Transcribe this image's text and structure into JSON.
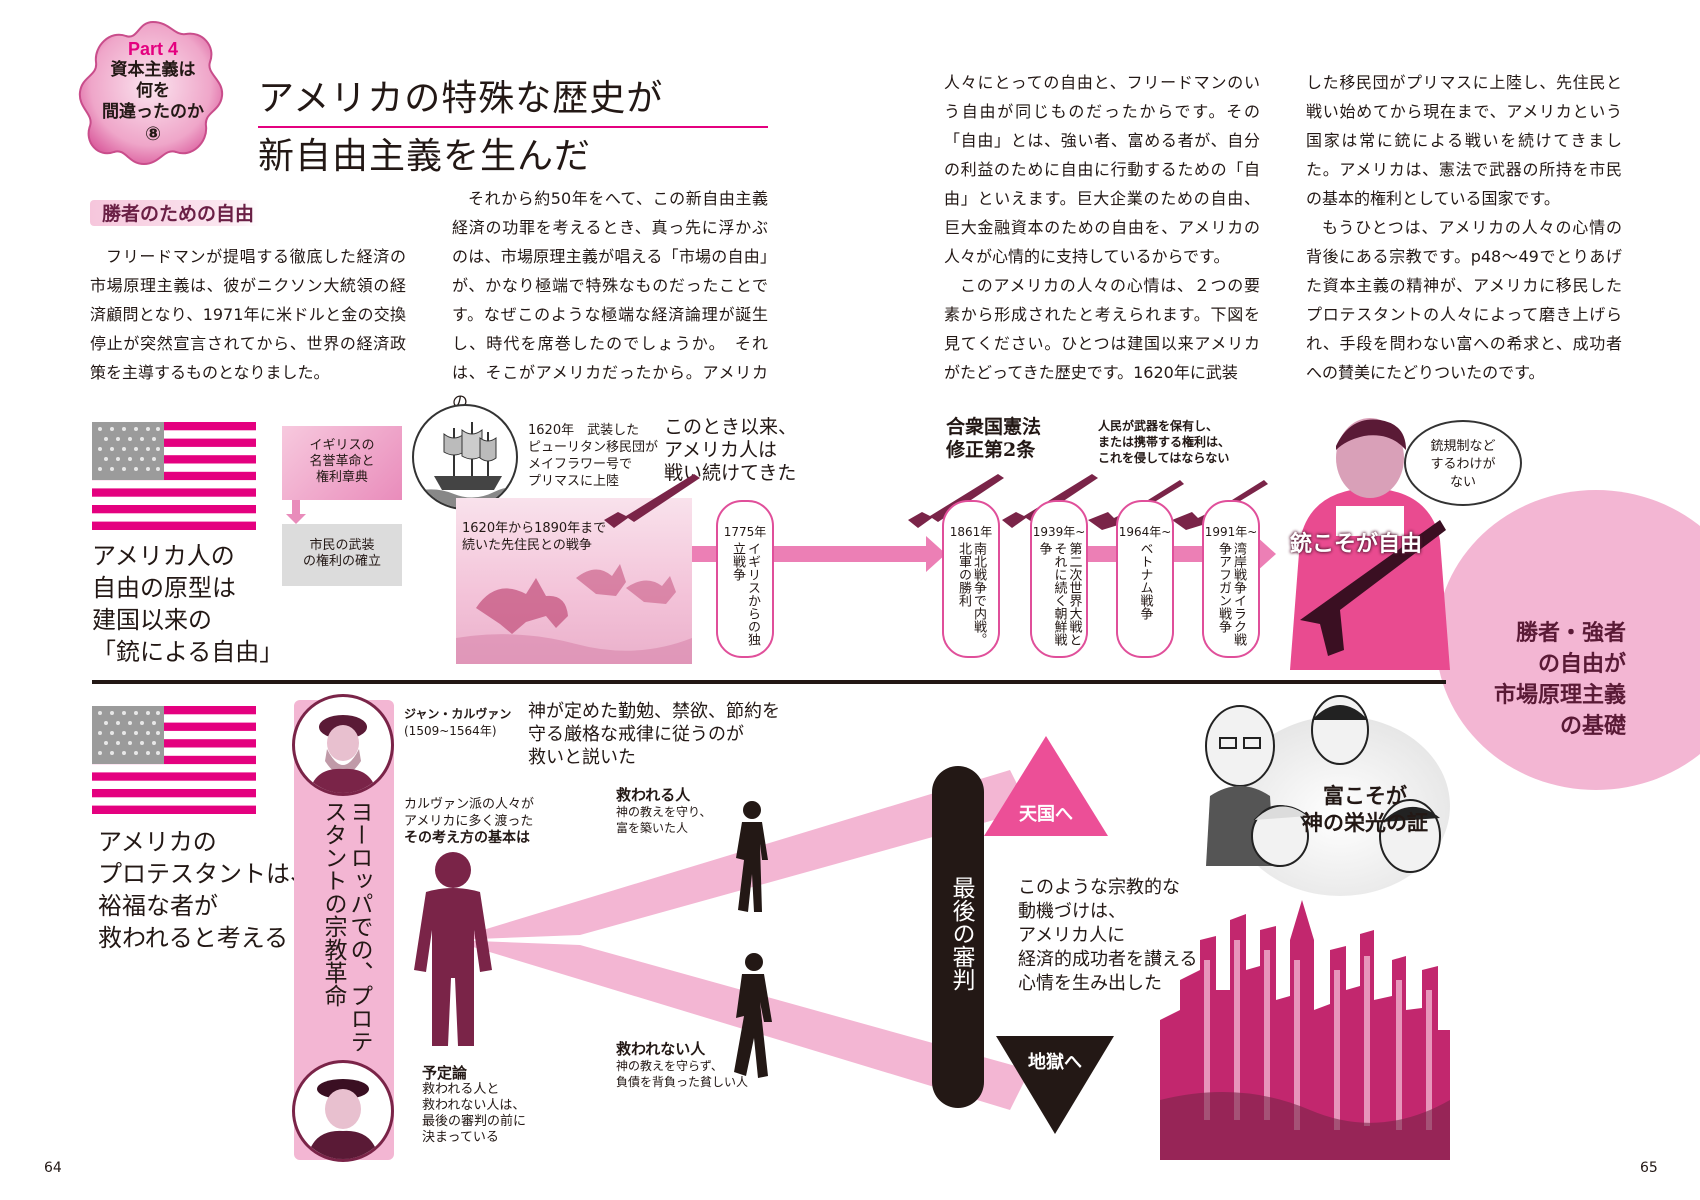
{
  "page": {
    "left_number": "64",
    "right_number": "65"
  },
  "badge": {
    "part": "Part 4",
    "line1": "資本主義は",
    "line2": "何を",
    "line3": "間違ったのか",
    "line4": "⑧"
  },
  "title": {
    "line1": "アメリカの特殊な歴史が",
    "line2": "新自由主義を生んだ"
  },
  "section_heading": "勝者のための自由",
  "columns": {
    "col1": "フリードマンが提唱する徹底した経済の市場原理主義は、彼がニクソン大統領の経済顧問となり、1971年に米ドルと金の交換停止が突然宣言されてから、世界の経済政策を主導するものとなりました。",
    "col2": "それから約50年をへて、この新自由主義経済の功罪を考えるとき、真っ先に浮かぶのは、市場原理主義が唱える「市場の自由」が、かなり極端で特殊なものだったことです。なぜこのような極端な経済論理が誕生し、時代を席巻したのでしょうか。　それは、そこがアメリカだったから。アメリカの",
    "col3a": "人々にとっての自由と、フリードマンのいう自由が同じものだったからです。その「自由」とは、強い者、富める者が、自分の利益のために自由に行動するための「自由」といえます。巨大企業のための自由、巨大金融資本のための自由を、アメリカの人々が心情的に支持しているからです。",
    "col3b": "このアメリカの人々の心情は、２つの要素から形成されたと考えられます。下図を見てください。ひとつは建国以来アメリカがたどってきた歴史です。1620年に武装",
    "col4a": "した移民団がプリマスに上陸し、先住民と戦い始めてから現在まで、アメリカという国家は常に銃による戦いを続けてきました。アメリカは、憲法で武器の所持を市民の基本的権利としている国家です。",
    "col4b": "もうひとつは、アメリカの人々の心情の背後にある宗教です。p48〜49でとりあげた資本主義の精神が、アメリカに移民したプロテスタントの人々によって磨き上げられ、手段を問わない富への希求と、成功者への賛美にたどりついたのです。"
  },
  "diagram_top": {
    "left_caption": [
      "アメリカ人の",
      "自由の原型は",
      "建国以来の",
      "「銃による自由」"
    ],
    "england_box": [
      "イギリスの",
      "名誉革命と",
      "権利章典"
    ],
    "citizen_box": [
      "市民の武装",
      "の権利の確立"
    ],
    "mayflower_note": [
      "1620年　武装した",
      "ピューリタン移民団が",
      "メイフラワー号で",
      "プリマスに上陸"
    ],
    "since_then": [
      "このとき以来、",
      "アメリカ人は",
      "戦い続けてきた"
    ],
    "natives_war": [
      "1620年から1890年まで",
      "続いた先住民との戦争"
    ],
    "constitution": [
      "合衆国憲法",
      "修正第2条"
    ],
    "amendment_text": [
      "人民が武器を保有し、",
      "または携帯する権利は、",
      "これを侵してはならない"
    ],
    "wars": [
      {
        "year": "1775年",
        "text": "イギリスからの独立戦争"
      },
      {
        "year": "1861年",
        "text": "南北戦争で内戦。北軍の勝利"
      },
      {
        "year": "1939年~",
        "text": "第二次世界大戦とそれに続く朝鮮戦争"
      },
      {
        "year": "1964年~",
        "text": "ベトナム戦争"
      },
      {
        "year": "1991年~",
        "text": "湾岸戦争イラク戦争アフガン戦争"
      }
    ],
    "speech_bubble": [
      "銃規制など",
      "するわけが",
      "ない"
    ],
    "gun_freedom": "銃こそが自由",
    "conclusion": [
      "勝者・強者",
      "の自由が",
      "市場原理主義",
      "の基礎"
    ]
  },
  "diagram_bottom": {
    "left_caption": [
      "アメリカの",
      "プロテスタントは、",
      "裕福な者が",
      "救われると考える"
    ],
    "calvin_label": [
      "ジャン・カルヴァン",
      "(1509~1564年)"
    ],
    "calvin_quote": [
      "神が定めた勤勉、禁欲、節約を",
      "守る厳格な戒律に従うのが",
      "救いと説いた"
    ],
    "reformation": "ヨーロッパでの、プロテスタントの宗教革命",
    "calvinists": [
      "カルヴァン派の人々が",
      "アメリカに多く渡った"
    ],
    "calvinists_bold": "その考え方の基本は",
    "predestination_title": "予定論",
    "predestination_text": [
      "救われる人と",
      "救われない人は、",
      "最後の審判の前に",
      "決まっている"
    ],
    "saved_title": "救われる人",
    "saved_text": [
      "神の教えを守り、",
      "富を築いた人"
    ],
    "unsaved_title": "救われない人",
    "unsaved_text": [
      "神の教えを守らず、",
      "負債を背負った貧しい人"
    ],
    "last_judgment": "最後の審判",
    "heaven": "天国へ",
    "hell": "地獄へ",
    "motivation": [
      "このような宗教的な",
      "動機づけは、",
      "アメリカ人に",
      "経済的成功者を讃える",
      "心情を生み出した"
    ],
    "wealth_proof": [
      "富こそが",
      "神の栄光の証"
    ]
  },
  "colors": {
    "accent": "#e4007f",
    "pink_light": "#f3b6d3",
    "maroon": "#7a2448"
  }
}
